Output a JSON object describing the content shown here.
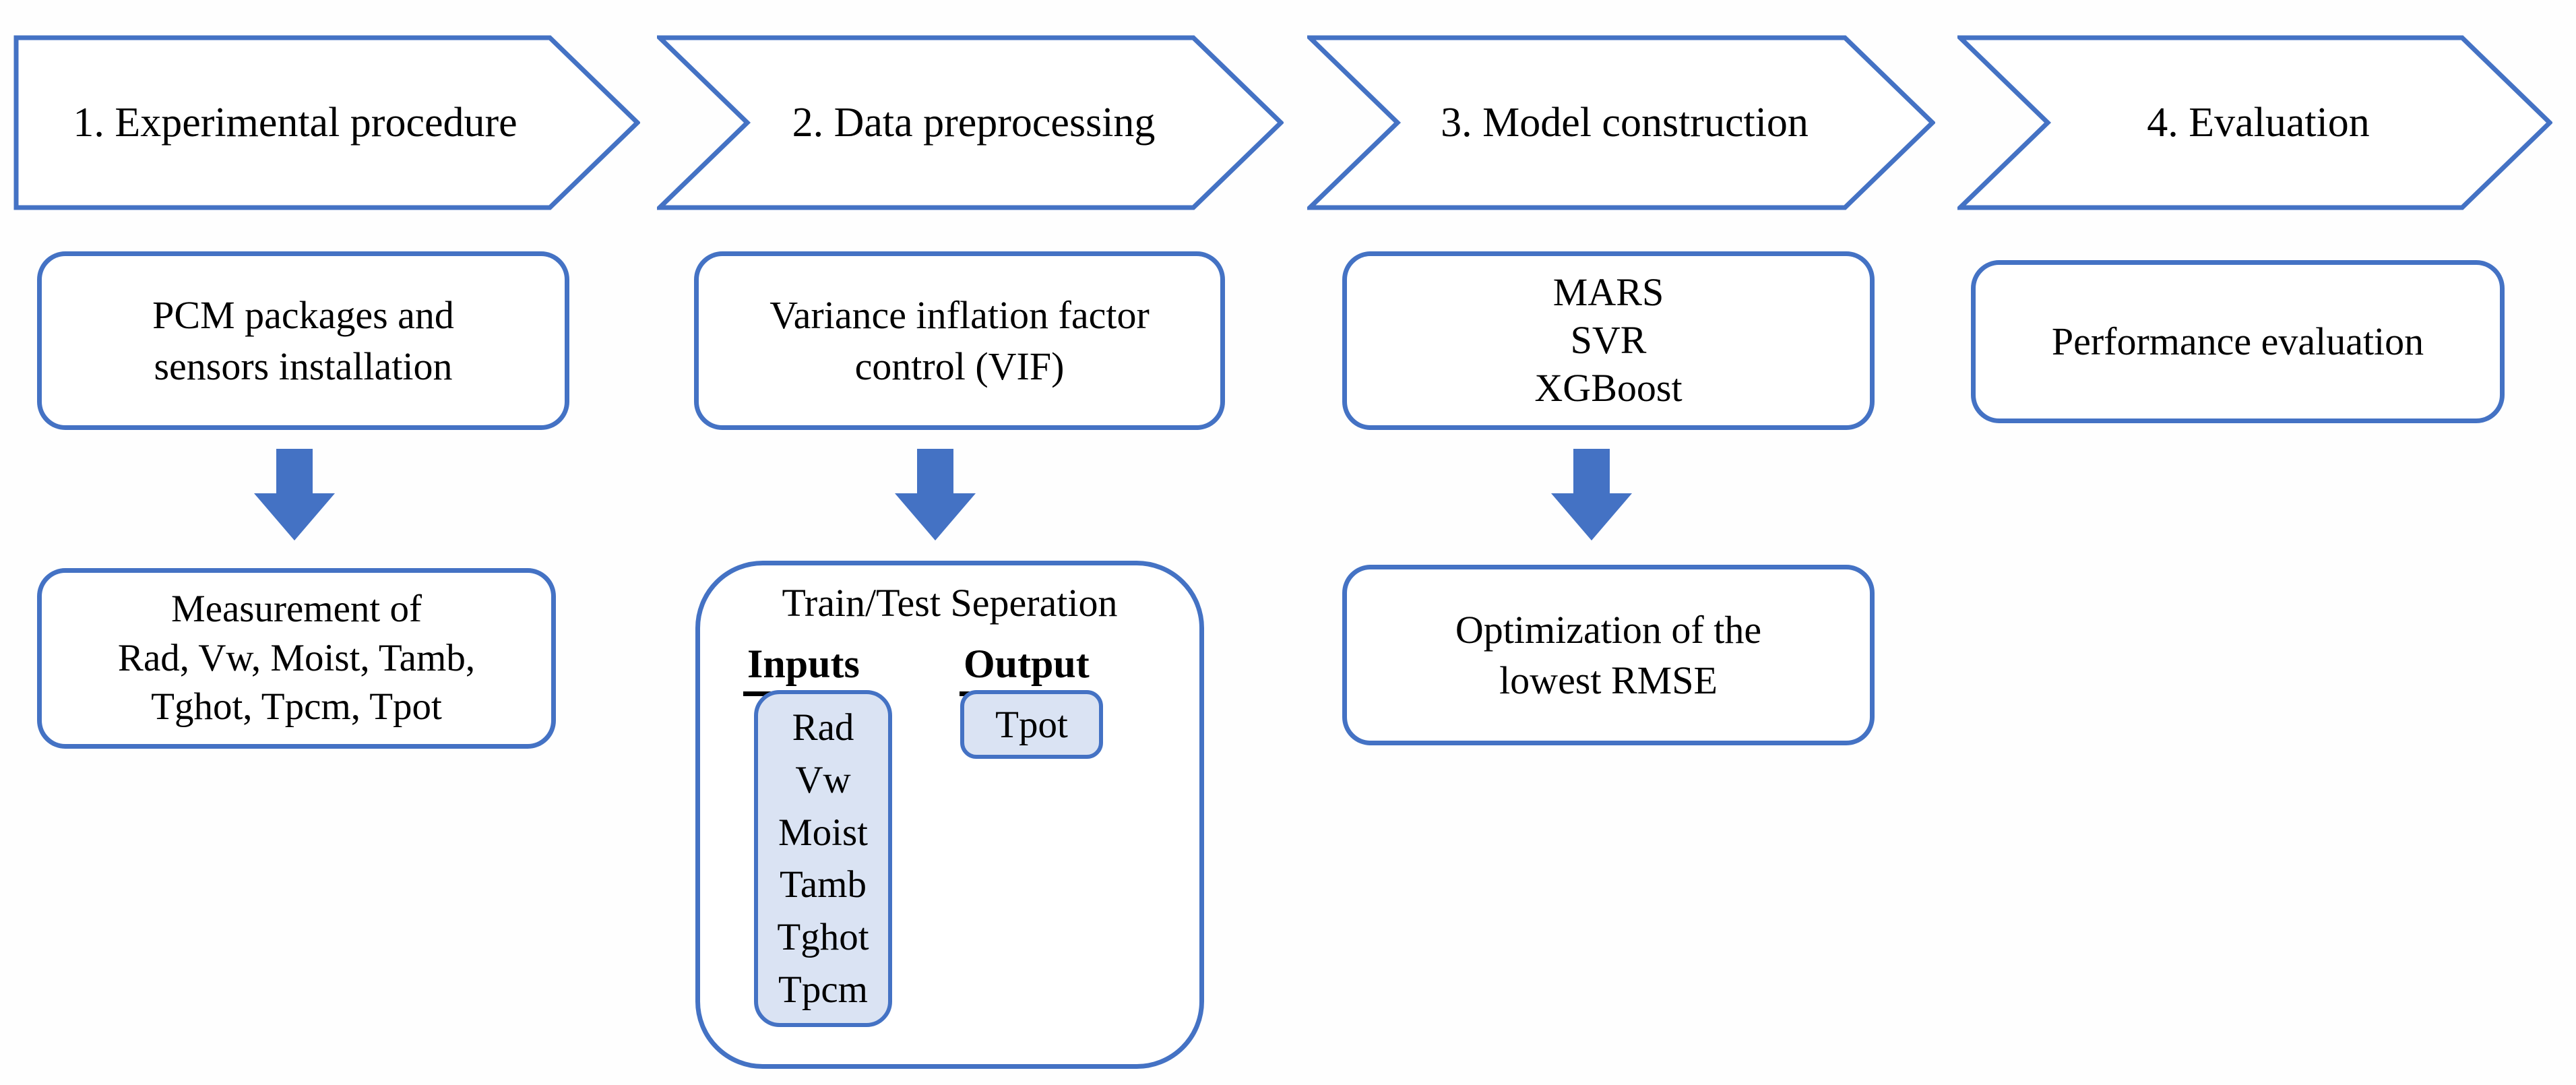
{
  "colors": {
    "accent_blue": "#4472C4",
    "light_blue_fill": "#DAE3F3",
    "text": "#000000",
    "background": "#FFFFFF"
  },
  "stages": [
    {
      "label": "1. Experimental procedure"
    },
    {
      "label": "2. Data preprocessing"
    },
    {
      "label": "3. Model construction"
    },
    {
      "label": "4. Evaluation"
    }
  ],
  "column1": {
    "box1_lines": [
      "PCM packages and",
      "sensors installation"
    ],
    "box2_lines": [
      "Measurement of",
      "Rad, Vw, Moist, Tamb,",
      "Tghot, Tpcm, Tpot"
    ]
  },
  "column2": {
    "box1_lines": [
      "Variance inflation factor",
      "control (VIF)"
    ],
    "separation": {
      "title": "Train/Test Seperation",
      "inputs_header": "Inputs",
      "output_header": "Output",
      "inputs": [
        "Rad",
        "Vw",
        "Moist",
        "Tamb",
        "Tghot",
        "Tpcm"
      ],
      "output": "Tpot"
    }
  },
  "column3": {
    "box1_lines": [
      "MARS",
      "SVR",
      "XGBoost"
    ],
    "box2_lines": [
      "Optimization of the",
      "lowest RMSE"
    ]
  },
  "column4": {
    "box1_lines": [
      "Performance evaluation"
    ]
  }
}
